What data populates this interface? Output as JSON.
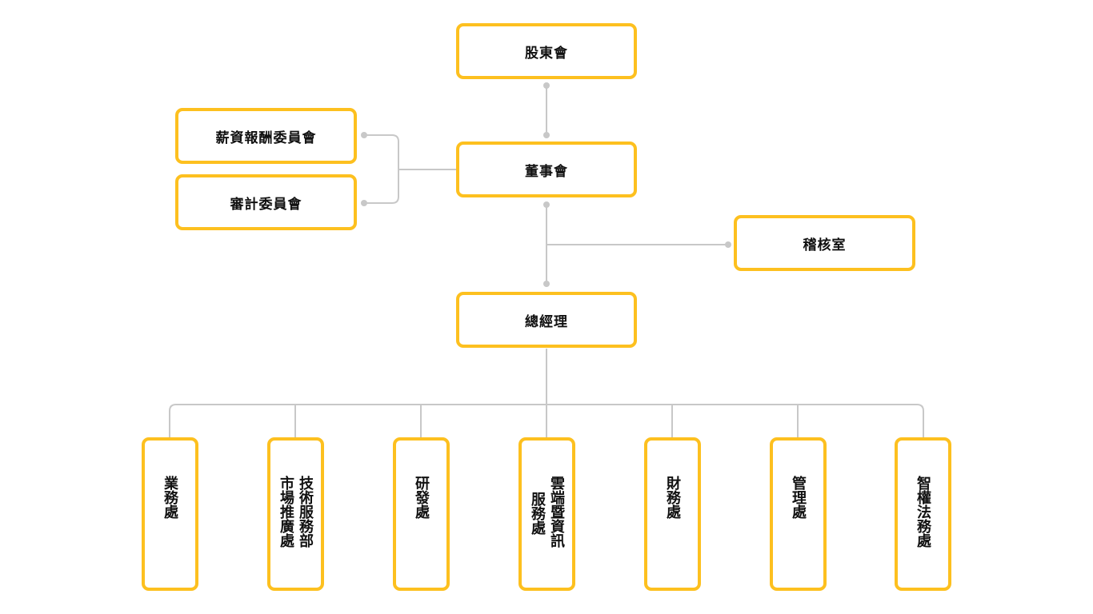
{
  "line_color": "#C8C8C8",
  "box_border_color": "#FDC01F",
  "text_color": "#111111",
  "top_level": {
    "shareholders": "股東會",
    "board": "董事會",
    "ceo": "總經理",
    "audit_office": "稽核室"
  },
  "committees": {
    "compensation": "薪資報酬委員會",
    "audit": "審計委員會"
  },
  "departments": [
    {
      "col1": "業務處",
      "col2": ""
    },
    {
      "col1": "技術服務部",
      "col2": "市場推廣處"
    },
    {
      "col1": "研發處",
      "col2": ""
    },
    {
      "col1": "雲端暨資訊",
      "col2": "服務處"
    },
    {
      "col1": "財務處",
      "col2": ""
    },
    {
      "col1": "管理處",
      "col2": ""
    },
    {
      "col1": "智權法務處",
      "col2": ""
    }
  ]
}
